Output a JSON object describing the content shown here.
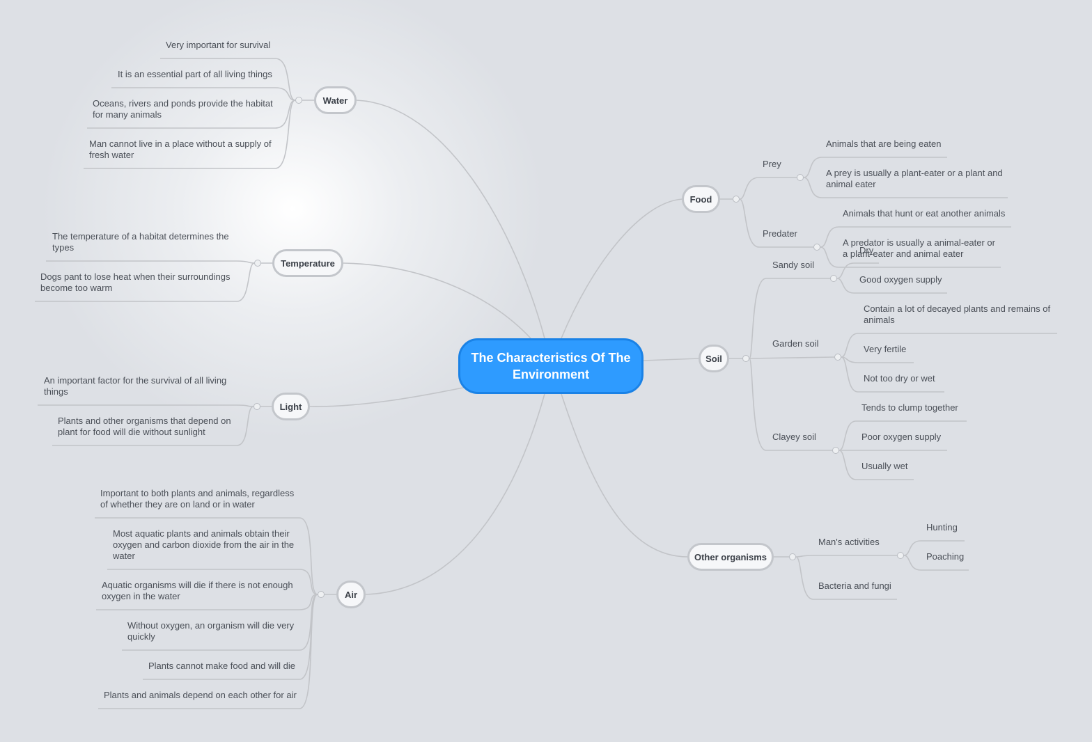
{
  "root": {
    "line1": "The Characteristics Of The",
    "line2": "Environment"
  },
  "branches": {
    "water": {
      "label": "Water",
      "leaves": [
        "Very important for survival",
        "It is an essential part of all living things",
        "Oceans, rivers and ponds provide the habitat for many animals",
        "Man cannot live in a place without a supply of fresh water"
      ]
    },
    "temperature": {
      "label": "Temperature",
      "leaves": [
        "The temperature of a habitat determines the types",
        "Dogs pant to lose heat when their surroundings become too warm"
      ]
    },
    "light": {
      "label": "Light",
      "leaves": [
        "An important factor for the survival of all living things",
        "Plants and other organisms that depend on plant for food will die without sunlight"
      ]
    },
    "air": {
      "label": "Air",
      "leaves": [
        "Important to both plants and animals, regardless of whether they are on land or in water",
        "Most aquatic plants and animals obtain their oxygen and carbon dioxide from the air in the water",
        "Aquatic organisms will die if there is not enough oxygen in the water",
        "Without oxygen, an organism will die very quickly",
        "Plants cannot make food and will die",
        "Plants and animals depend on each other for air"
      ]
    },
    "food": {
      "label": "Food",
      "prey": {
        "label": "Prey",
        "leaves": [
          "Animals that are being eaten",
          "A prey is usually a plant-eater or a plant and animal eater"
        ]
      },
      "predater": {
        "label": "Predater",
        "leaves": [
          "Animals that hunt or eat another animals",
          "A predator is usually a animal-eater or a plant-eater and animal eater"
        ]
      }
    },
    "soil": {
      "label": "Soil",
      "sandy": {
        "label": "Sandy soil",
        "leaves": [
          "Dry",
          "Good oxygen supply"
        ]
      },
      "garden": {
        "label": "Garden soil",
        "leaves": [
          "Contain a lot of decayed plants and remains of animals",
          "Very fertile",
          "Not too dry or wet"
        ]
      },
      "clayey": {
        "label": "Clayey soil",
        "leaves": [
          "Tends to clump together",
          "Poor oxygen supply",
          "Usually wet"
        ]
      }
    },
    "other": {
      "label": "Other organisms",
      "mans": {
        "label": "Man's activities",
        "leaves": [
          "Hunting",
          "Poaching"
        ]
      },
      "bacteria": {
        "label": "Bacteria and fungi"
      }
    }
  },
  "colors": {
    "connector": "#c2c4c8",
    "root_fill": "#2e9bff",
    "root_border": "#1a82e6",
    "branch_border": "#c3c6cb"
  }
}
